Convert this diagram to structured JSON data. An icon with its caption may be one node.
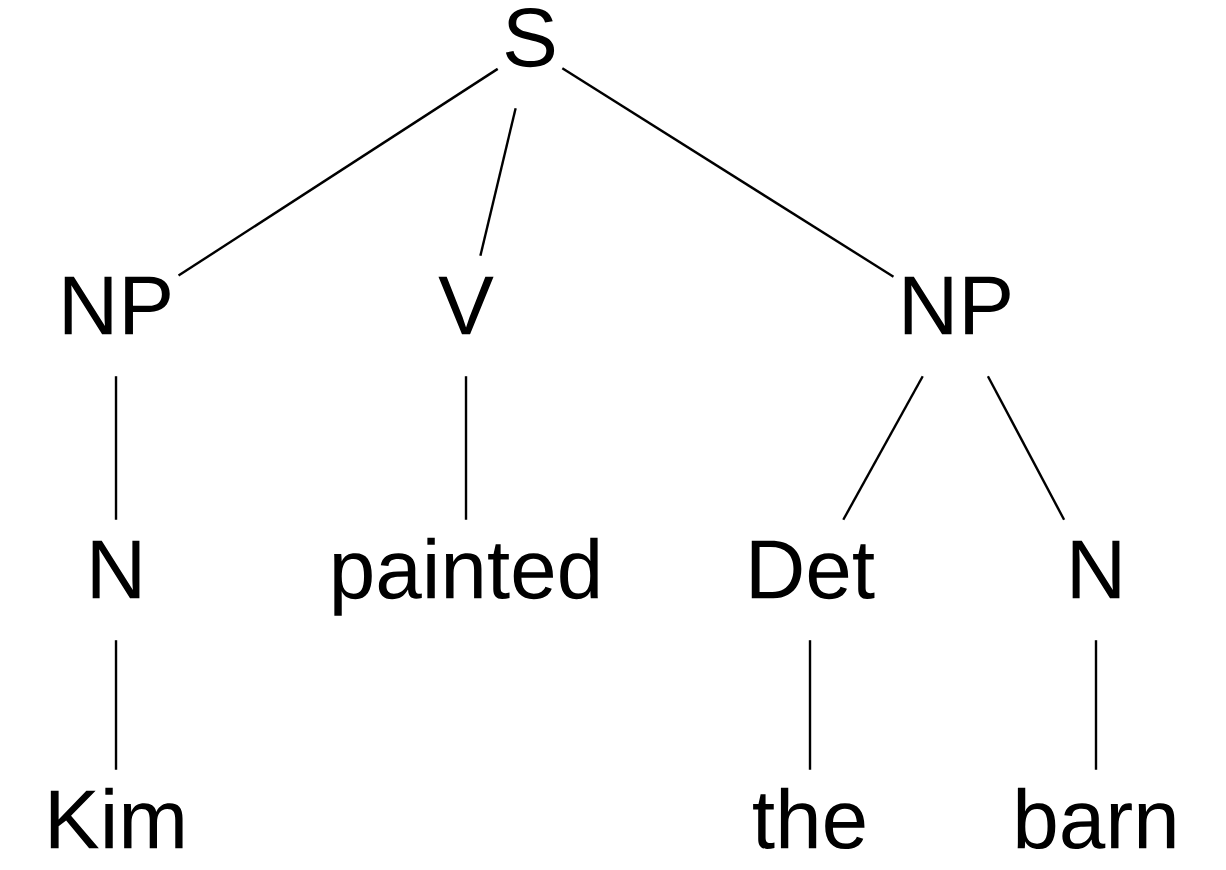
{
  "diagram": {
    "nodes": [
      {
        "text": [
          "S"
        ]
      },
      {
        "text": [
          "NP"
        ]
      },
      {
        "text": [
          "V"
        ]
      },
      {
        "text": [
          "NP"
        ]
      },
      {
        "text": [
          "N"
        ]
      },
      {
        "text": [
          "painted"
        ]
      },
      {
        "text": [
          "Det"
        ]
      },
      {
        "text": [
          "N"
        ]
      },
      {
        "text": [
          "Kim"
        ]
      },
      {
        "text": [
          "the"
        ]
      },
      {
        "text": [
          "barn"
        ]
      }
    ],
    "edges": [
      {
        "from": 0,
        "to": 1,
        "arrow": "none"
      },
      {
        "from": 0,
        "to": 2,
        "arrow": "none"
      },
      {
        "from": 0,
        "to": 3,
        "arrow": "none"
      },
      {
        "from": 1,
        "to": 4,
        "arrow": "none"
      },
      {
        "from": 2,
        "to": 5,
        "arrow": "none"
      },
      {
        "from": 3,
        "to": 6,
        "arrow": "none"
      },
      {
        "from": 3,
        "to": 7,
        "arrow": "none"
      },
      {
        "from": 4,
        "to": 8,
        "arrow": "none"
      },
      {
        "from": 6,
        "to": 9,
        "arrow": "none"
      },
      {
        "from": 7,
        "to": 10,
        "arrow": "none"
      }
    ]
  }
}
